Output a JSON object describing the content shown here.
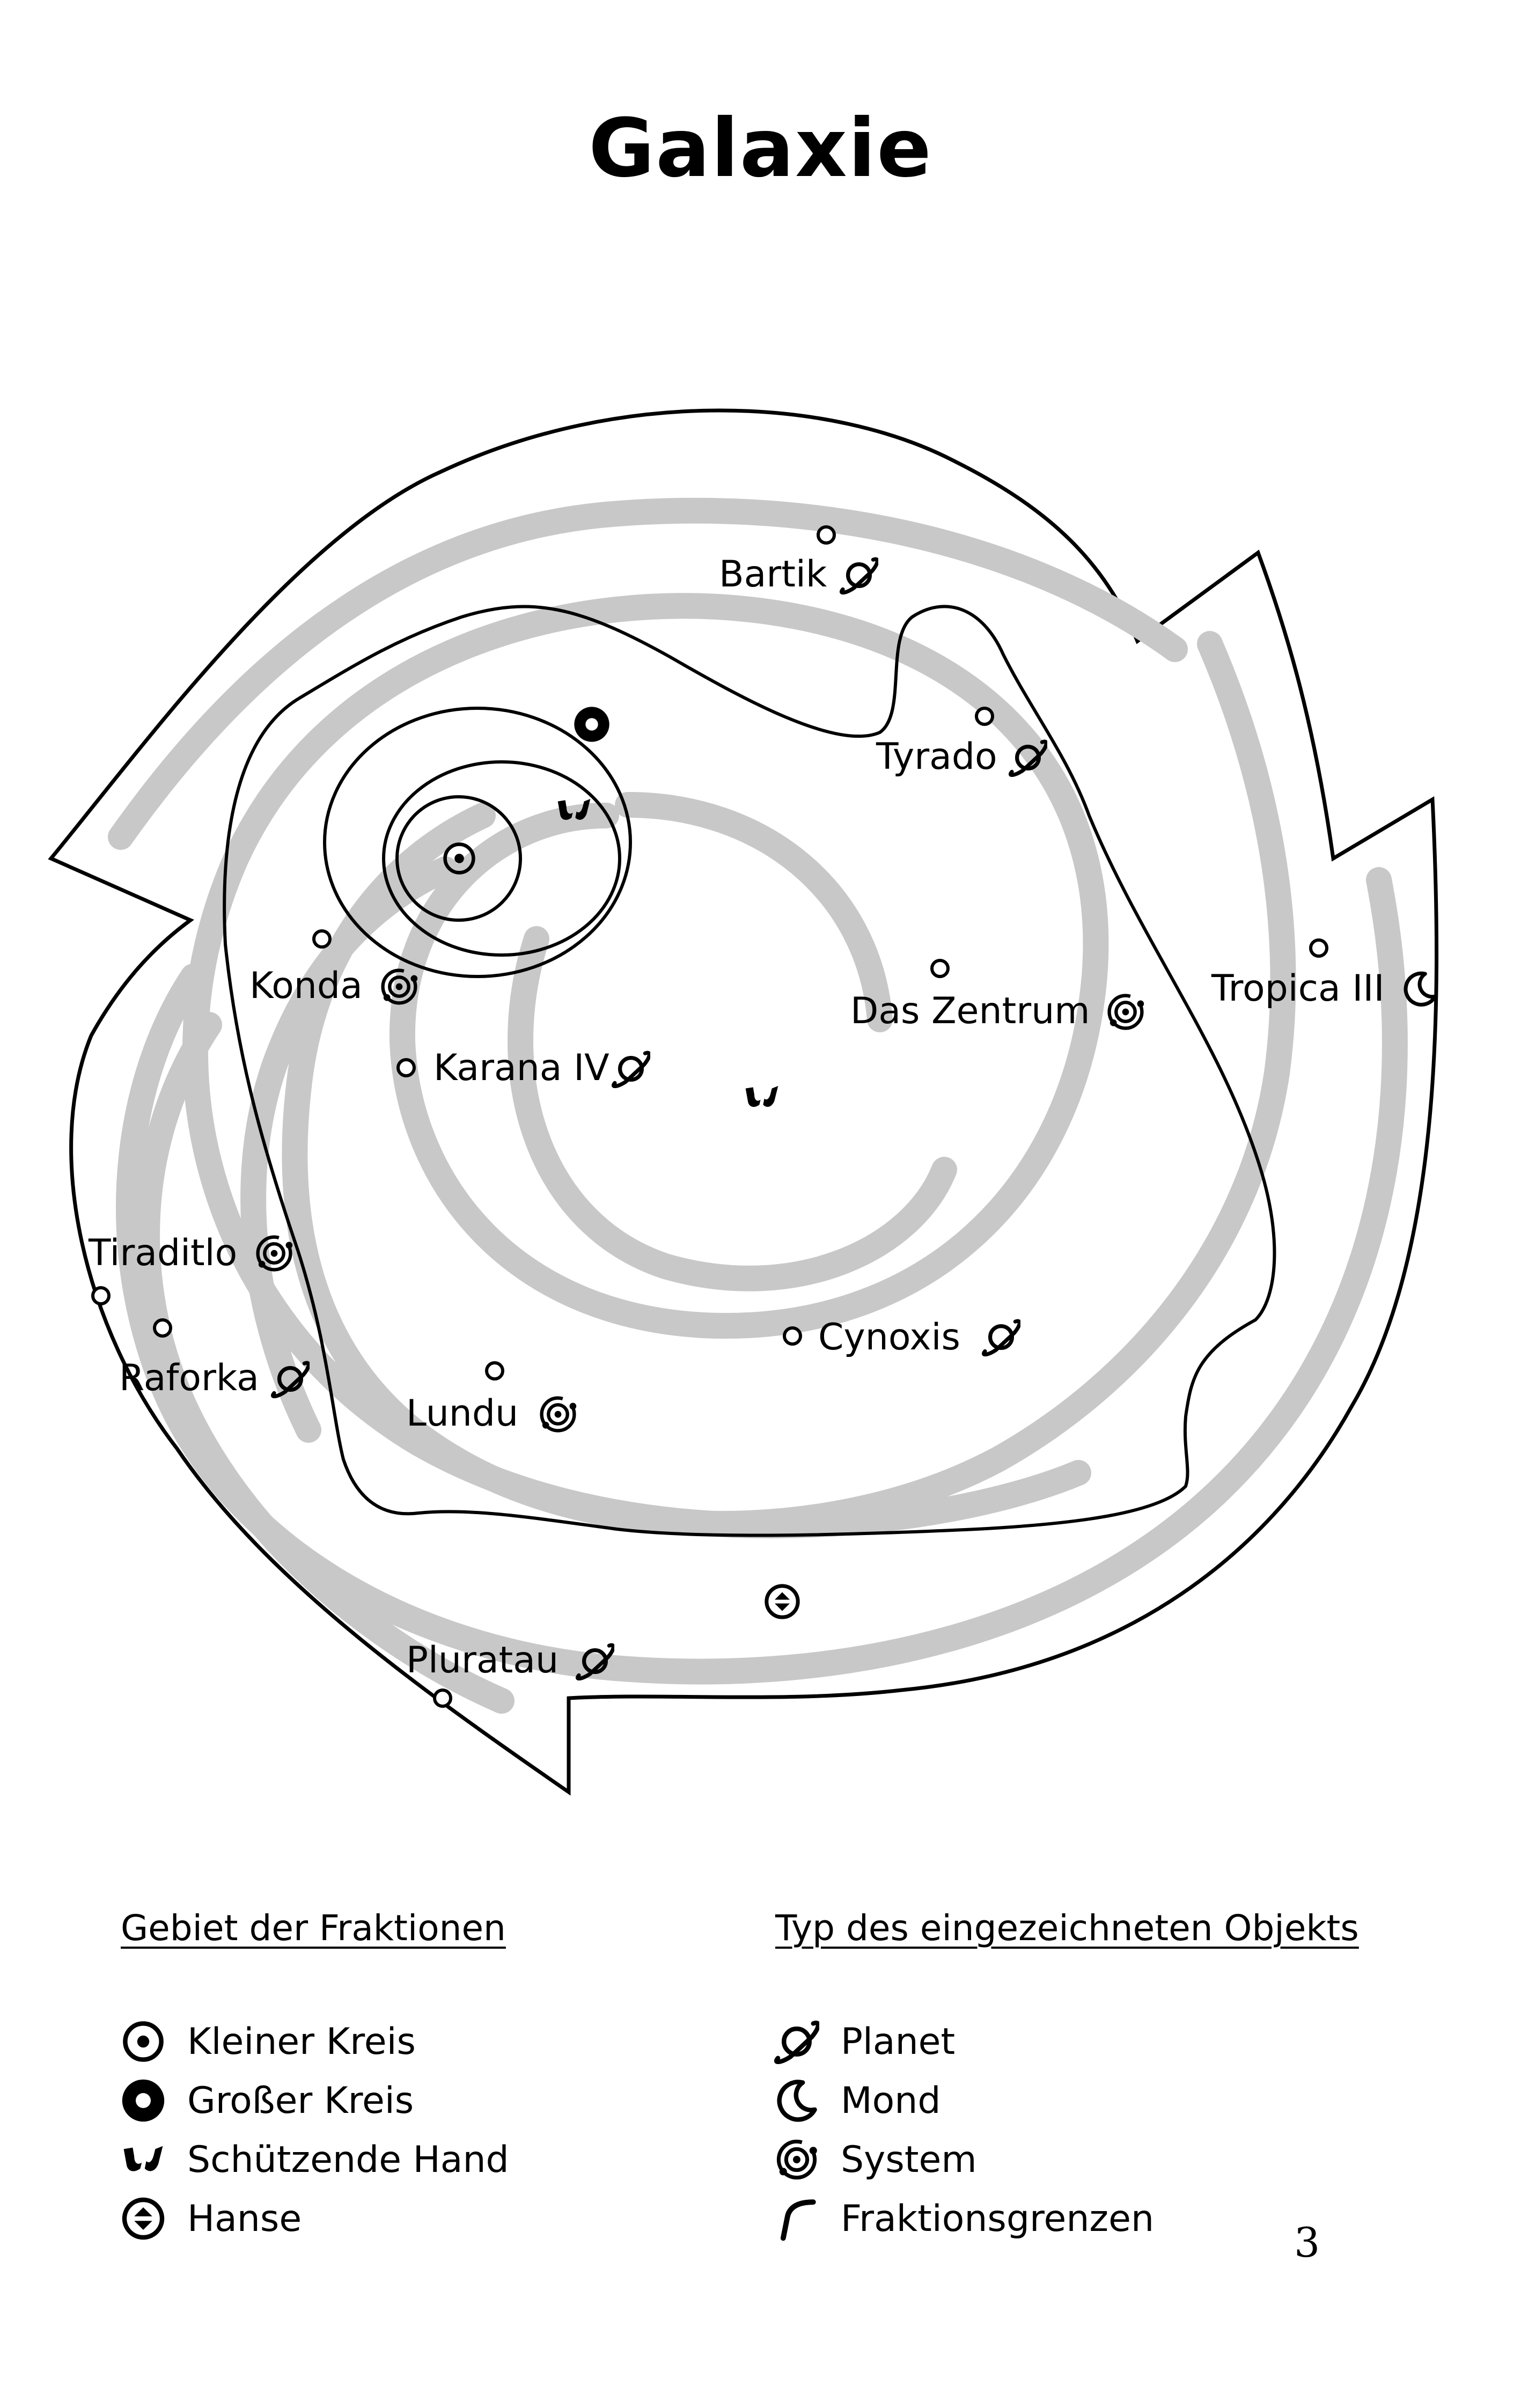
{
  "page": {
    "title": "Galaxie",
    "page_number": "3"
  },
  "map": {
    "places": [
      {
        "name": "Bartik",
        "type": "planet-icon"
      },
      {
        "name": "Tyrado",
        "type": "planet-icon"
      },
      {
        "name": "Konda",
        "type": "system-icon"
      },
      {
        "name": "Karana IV",
        "type": "planet-icon"
      },
      {
        "name": "Das Zentrum",
        "type": "system-icon"
      },
      {
        "name": "Tropica III",
        "type": "moon-icon"
      },
      {
        "name": "Tiraditlo",
        "type": "system-icon"
      },
      {
        "name": "Raforka",
        "type": "planet-icon"
      },
      {
        "name": "Lundu",
        "type": "system-icon"
      },
      {
        "name": "Cynoxis",
        "type": "planet-icon"
      },
      {
        "name": "Pluratau",
        "type": "planet-icon"
      }
    ],
    "faction_markers": [
      "big-circle-icon",
      "small-circle-icon",
      "protecting-hand-icon",
      "protecting-hand-icon",
      "hanse-icon"
    ]
  },
  "legend": {
    "factions": {
      "heading": "Gebiet der Fraktionen",
      "items": [
        {
          "icon": "small-circle-icon",
          "label": "Kleiner Kreis"
        },
        {
          "icon": "big-circle-icon",
          "label": "Großer Kreis"
        },
        {
          "icon": "protecting-hand-icon",
          "label": "Schützende Hand"
        },
        {
          "icon": "hanse-icon",
          "label": "Hanse"
        }
      ]
    },
    "object_types": {
      "heading": "Typ des eingezeichneten Objekts",
      "items": [
        {
          "icon": "planet-icon",
          "label": "Planet"
        },
        {
          "icon": "moon-icon",
          "label": "Mond"
        },
        {
          "icon": "system-icon",
          "label": "System"
        },
        {
          "icon": "border-line-icon",
          "label": "Fraktionsgrenzen"
        }
      ]
    }
  },
  "colors": {
    "ink": "#000000",
    "spiral_arms": "#c8c8c8",
    "background": "#ffffff"
  }
}
